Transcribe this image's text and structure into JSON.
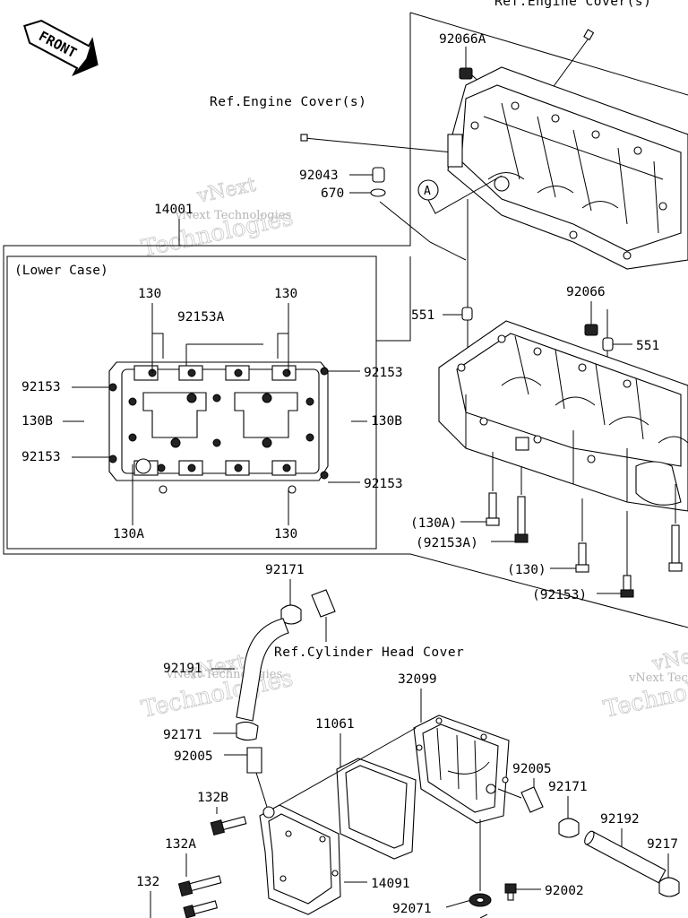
{
  "front_badge": "FRONT",
  "refs": {
    "engine_cover_top": "Ref.Engine Cover(s)",
    "engine_cover_mid": "Ref.Engine Cover(s)",
    "cylinder_head_cover": "Ref.Cylinder Head Cover"
  },
  "lower_case_title": "(Lower Case)",
  "circle_marker": "A",
  "watermark": {
    "line1": "vNext",
    "line2": "Technologies",
    "line3": "vNext Technologies"
  },
  "labels": {
    "p92066A": "92066A",
    "p92043": "92043",
    "p670": "670",
    "p14001": "14001",
    "p551_left": "551",
    "p92066": "92066",
    "p551_right": "551",
    "p130_a": "130",
    "p130_b": "130",
    "p92153A": "92153A",
    "p92153_l1": "92153",
    "p130B_l": "130B",
    "p92153_l2": "92153",
    "p92153_r1": "92153",
    "p130B_r": "130B",
    "p92153_r2": "92153",
    "p130A_b": "130A",
    "p130_bottom": "130",
    "p130A_paren": "(130A)",
    "p92153A_paren": "(92153A)",
    "p130_paren": "(130)",
    "p92153_paren": "(92153)",
    "p92171_top": "92171",
    "p92191": "92191",
    "p32099": "32099",
    "p11061": "11061",
    "p92171_mid": "92171",
    "p92005_l": "92005",
    "p92005_r": "92005",
    "p92171_r": "92171",
    "p132B": "132B",
    "p92192": "92192",
    "p132A": "132A",
    "p9217_cut": "9217",
    "p132": "132",
    "p14091": "14091",
    "p92071": "92071",
    "p92002": "92002"
  }
}
